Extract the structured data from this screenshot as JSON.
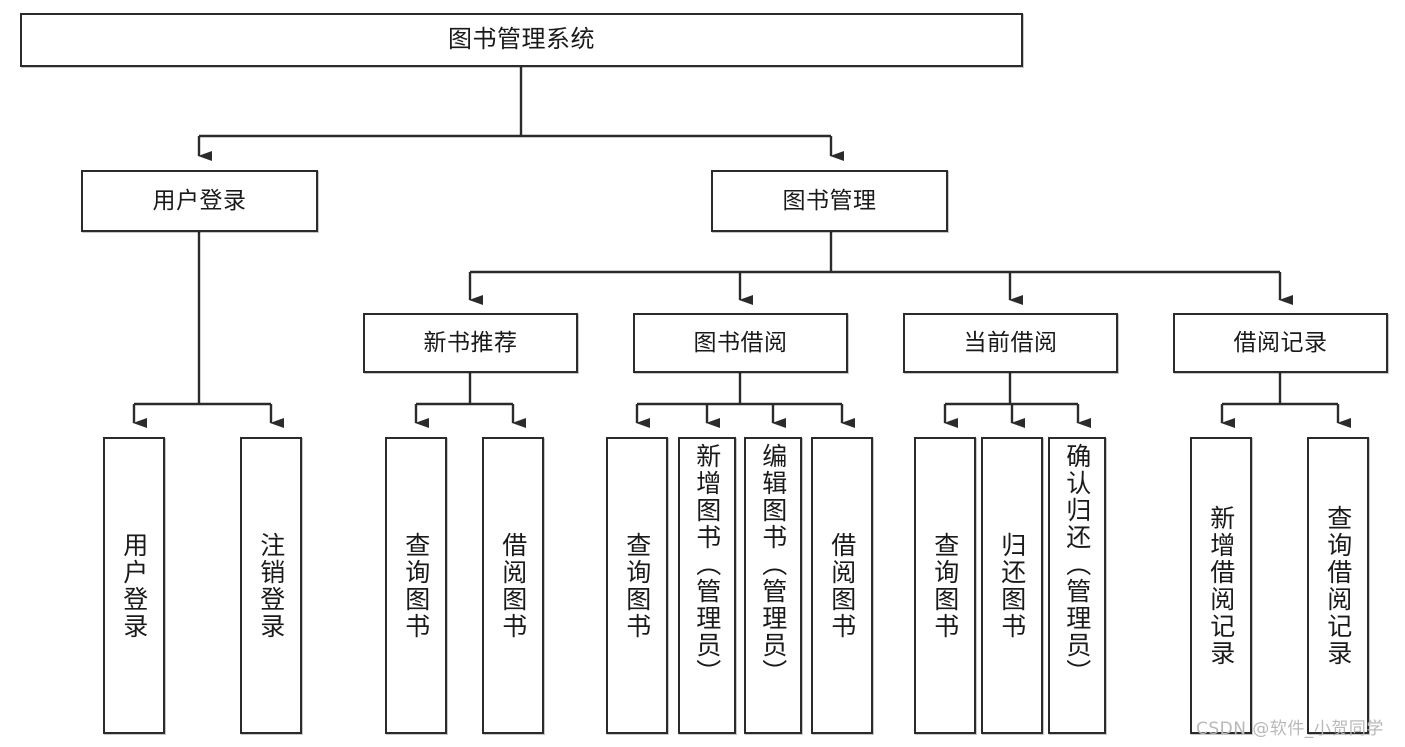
{
  "diagram": {
    "title": "图书管理系统",
    "type": "tree",
    "watermark": "CSDN @软件_小贺同学",
    "colors": {
      "box_border": "#2b2b2b",
      "box_fill": "#ffffff",
      "connector": "#2b2b2b",
      "text": "#1a1a1a",
      "watermark": "#b9b9b9",
      "background": "#ffffff"
    },
    "nodes": {
      "root": {
        "label": "图书管理系统"
      },
      "level2": [
        {
          "id": "user-login",
          "label": "用户登录"
        },
        {
          "id": "book-manage",
          "label": "图书管理"
        }
      ],
      "level3": [
        {
          "id": "new-book-recommend",
          "label": "新书推荐"
        },
        {
          "id": "book-borrow",
          "label": "图书借阅"
        },
        {
          "id": "current-borrow",
          "label": "当前借阅"
        },
        {
          "id": "borrow-record",
          "label": "借阅记录"
        }
      ],
      "leaves": {
        "user_login": [
          {
            "id": "leaf-user-login",
            "label": "用户登录"
          },
          {
            "id": "leaf-logout",
            "label": "注销登录"
          }
        ],
        "new_book_recommend": [
          {
            "id": "leaf-query-book-1",
            "label": "查询图书"
          },
          {
            "id": "leaf-borrow-book-1",
            "label": "借阅图书"
          }
        ],
        "book_borrow": [
          {
            "id": "leaf-query-book-2",
            "label": "查询图书"
          },
          {
            "id": "leaf-add-book",
            "label": "新增图书（管理员）"
          },
          {
            "id": "leaf-edit-book",
            "label": "编辑图书（管理员）"
          },
          {
            "id": "leaf-borrow-book-2",
            "label": "借阅图书"
          }
        ],
        "current_borrow": [
          {
            "id": "leaf-query-book-3",
            "label": "查询图书"
          },
          {
            "id": "leaf-return-book",
            "label": "归还图书"
          },
          {
            "id": "leaf-confirm-return",
            "label": "确认归还（管理员）"
          }
        ],
        "borrow_record": [
          {
            "id": "leaf-add-record",
            "label": "新增借阅记录"
          },
          {
            "id": "leaf-query-record",
            "label": "查询借阅记录"
          }
        ]
      }
    },
    "edges": [
      {
        "from": "图书管理系统",
        "to": "用户登录"
      },
      {
        "from": "图书管理系统",
        "to": "图书管理"
      },
      {
        "from": "用户登录",
        "to": "用户登录"
      },
      {
        "from": "用户登录",
        "to": "注销登录"
      },
      {
        "from": "图书管理",
        "to": "新书推荐"
      },
      {
        "from": "图书管理",
        "to": "图书借阅"
      },
      {
        "from": "图书管理",
        "to": "当前借阅"
      },
      {
        "from": "图书管理",
        "to": "借阅记录"
      },
      {
        "from": "新书推荐",
        "to": "查询图书"
      },
      {
        "from": "新书推荐",
        "to": "借阅图书"
      },
      {
        "from": "图书借阅",
        "to": "查询图书"
      },
      {
        "from": "图书借阅",
        "to": "新增图书（管理员）"
      },
      {
        "from": "图书借阅",
        "to": "编辑图书（管理员）"
      },
      {
        "from": "图书借阅",
        "to": "借阅图书"
      },
      {
        "from": "当前借阅",
        "to": "查询图书"
      },
      {
        "from": "当前借阅",
        "to": "归还图书"
      },
      {
        "from": "当前借阅",
        "to": "确认归还（管理员）"
      },
      {
        "from": "借阅记录",
        "to": "新增借阅记录"
      },
      {
        "from": "借阅记录",
        "to": "查询借阅记录"
      }
    ]
  }
}
